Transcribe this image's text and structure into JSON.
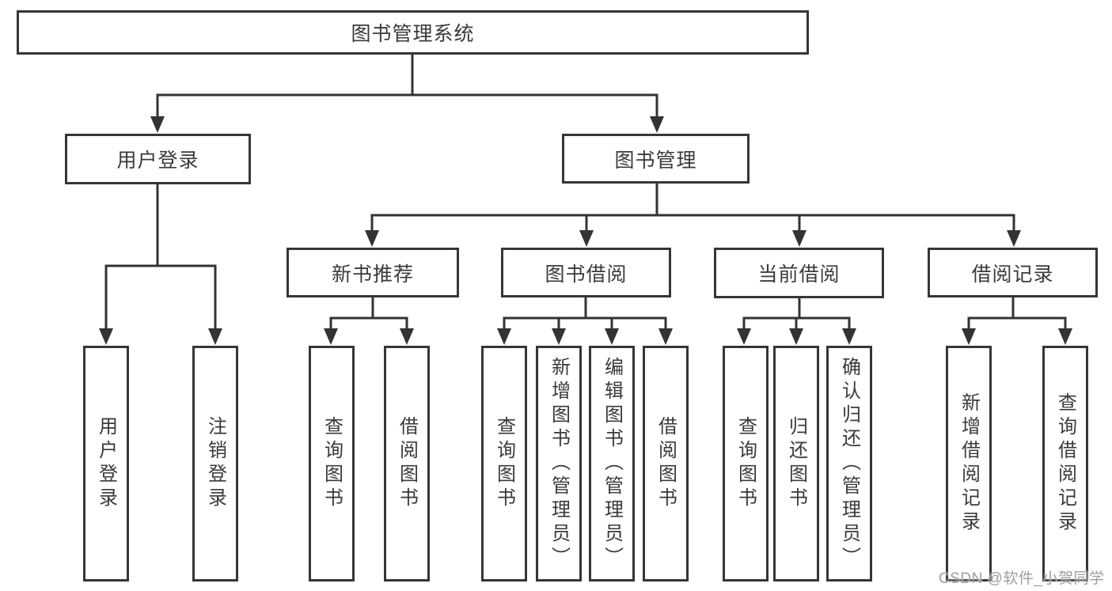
{
  "diagram": {
    "title": "图书管理系统",
    "type": "tree",
    "nodes": {
      "root": {
        "label": "图书管理系统"
      },
      "level2": [
        {
          "id": "user-login",
          "label": "用户登录",
          "parent": "图书管理系统"
        },
        {
          "id": "book-management",
          "label": "图书管理",
          "parent": "图书管理系统"
        }
      ],
      "level3": [
        {
          "id": "new-book-recommend",
          "label": "新书推荐",
          "parent": "图书管理"
        },
        {
          "id": "book-borrow",
          "label": "图书借阅",
          "parent": "图书管理"
        },
        {
          "id": "current-borrow",
          "label": "当前借阅",
          "parent": "图书管理"
        },
        {
          "id": "borrow-records",
          "label": "借阅记录",
          "parent": "图书管理"
        }
      ],
      "leaves": [
        {
          "label": "用户登录",
          "parent": "用户登录"
        },
        {
          "label": "注销登录",
          "parent": "用户登录"
        },
        {
          "label": "查询图书",
          "parent": "新书推荐"
        },
        {
          "label": "借阅图书",
          "parent": "新书推荐"
        },
        {
          "label": "查询图书",
          "parent": "图书借阅"
        },
        {
          "label": "新增图书（管理员）",
          "parent": "图书借阅"
        },
        {
          "label": "编辑图书（管理员）",
          "parent": "图书借阅"
        },
        {
          "label": "借阅图书",
          "parent": "图书借阅"
        },
        {
          "label": "查询图书",
          "parent": "当前借阅"
        },
        {
          "label": "归还图书",
          "parent": "当前借阅"
        },
        {
          "label": "确认归还（管理员）",
          "parent": "当前借阅"
        },
        {
          "label": "新增借阅记录",
          "parent": "借阅记录"
        },
        {
          "label": "查询借阅记录",
          "parent": "借阅记录"
        }
      ]
    },
    "colors": {
      "line": "#333333",
      "box_border": "#363636",
      "box_fill": "#ffffff",
      "text": "#3a3a3a",
      "background": "#ffffff"
    }
  },
  "watermark": {
    "text": "CSDN @软件_小贺同学",
    "color": "#9e9e9e"
  }
}
